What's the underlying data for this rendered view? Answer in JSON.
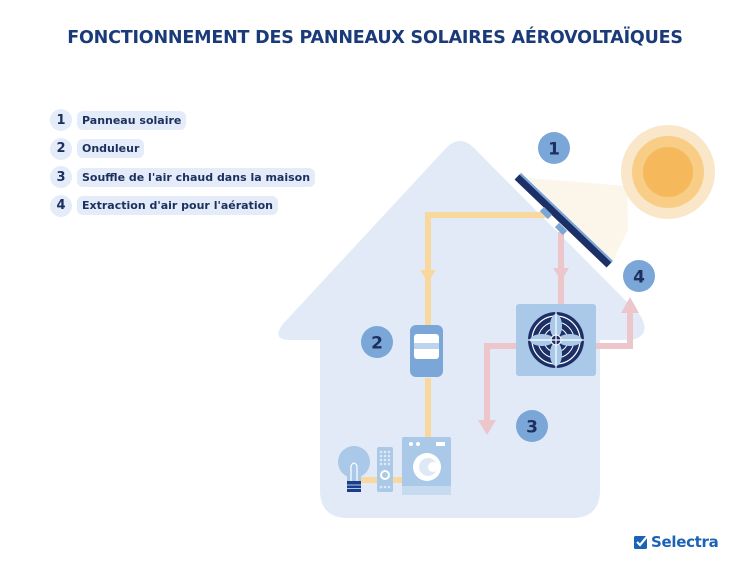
{
  "title": "FONCTIONNEMENT DES PANNEAUX SOLAIRES AÉROVOLTAÏQUES",
  "legend": {
    "items": [
      {
        "number": "1",
        "label": "Panneau solaire"
      },
      {
        "number": "2",
        "label": "Onduleur"
      },
      {
        "number": "3",
        "label": "Souffle de l'air chaud dans la maison"
      },
      {
        "number": "4",
        "label": "Extraction d'air pour l'aération"
      }
    ]
  },
  "diagram": {
    "badges": [
      {
        "number": "1",
        "refers_to": "solar-panel"
      },
      {
        "number": "2",
        "refers_to": "inverter"
      },
      {
        "number": "3",
        "refers_to": "warm-air-outlet"
      },
      {
        "number": "4",
        "refers_to": "air-extraction"
      }
    ],
    "icons": [
      "sun-icon",
      "solar-panel-icon",
      "inverter-icon",
      "fan-unit-icon",
      "light-bulb-icon",
      "remote-control-icon",
      "washing-machine-icon"
    ],
    "colors": {
      "house": "#e1eaf6",
      "electric_pipe": "#f8d89c",
      "air_pipe": "#ecc6cb",
      "panel": "#1c2f66",
      "badge": "#7aa6d8",
      "sun_core": "#f5b85a",
      "sun_halo": "#fae6c8"
    }
  },
  "brand": {
    "name": "Selectra",
    "color": "#1b63b5"
  }
}
